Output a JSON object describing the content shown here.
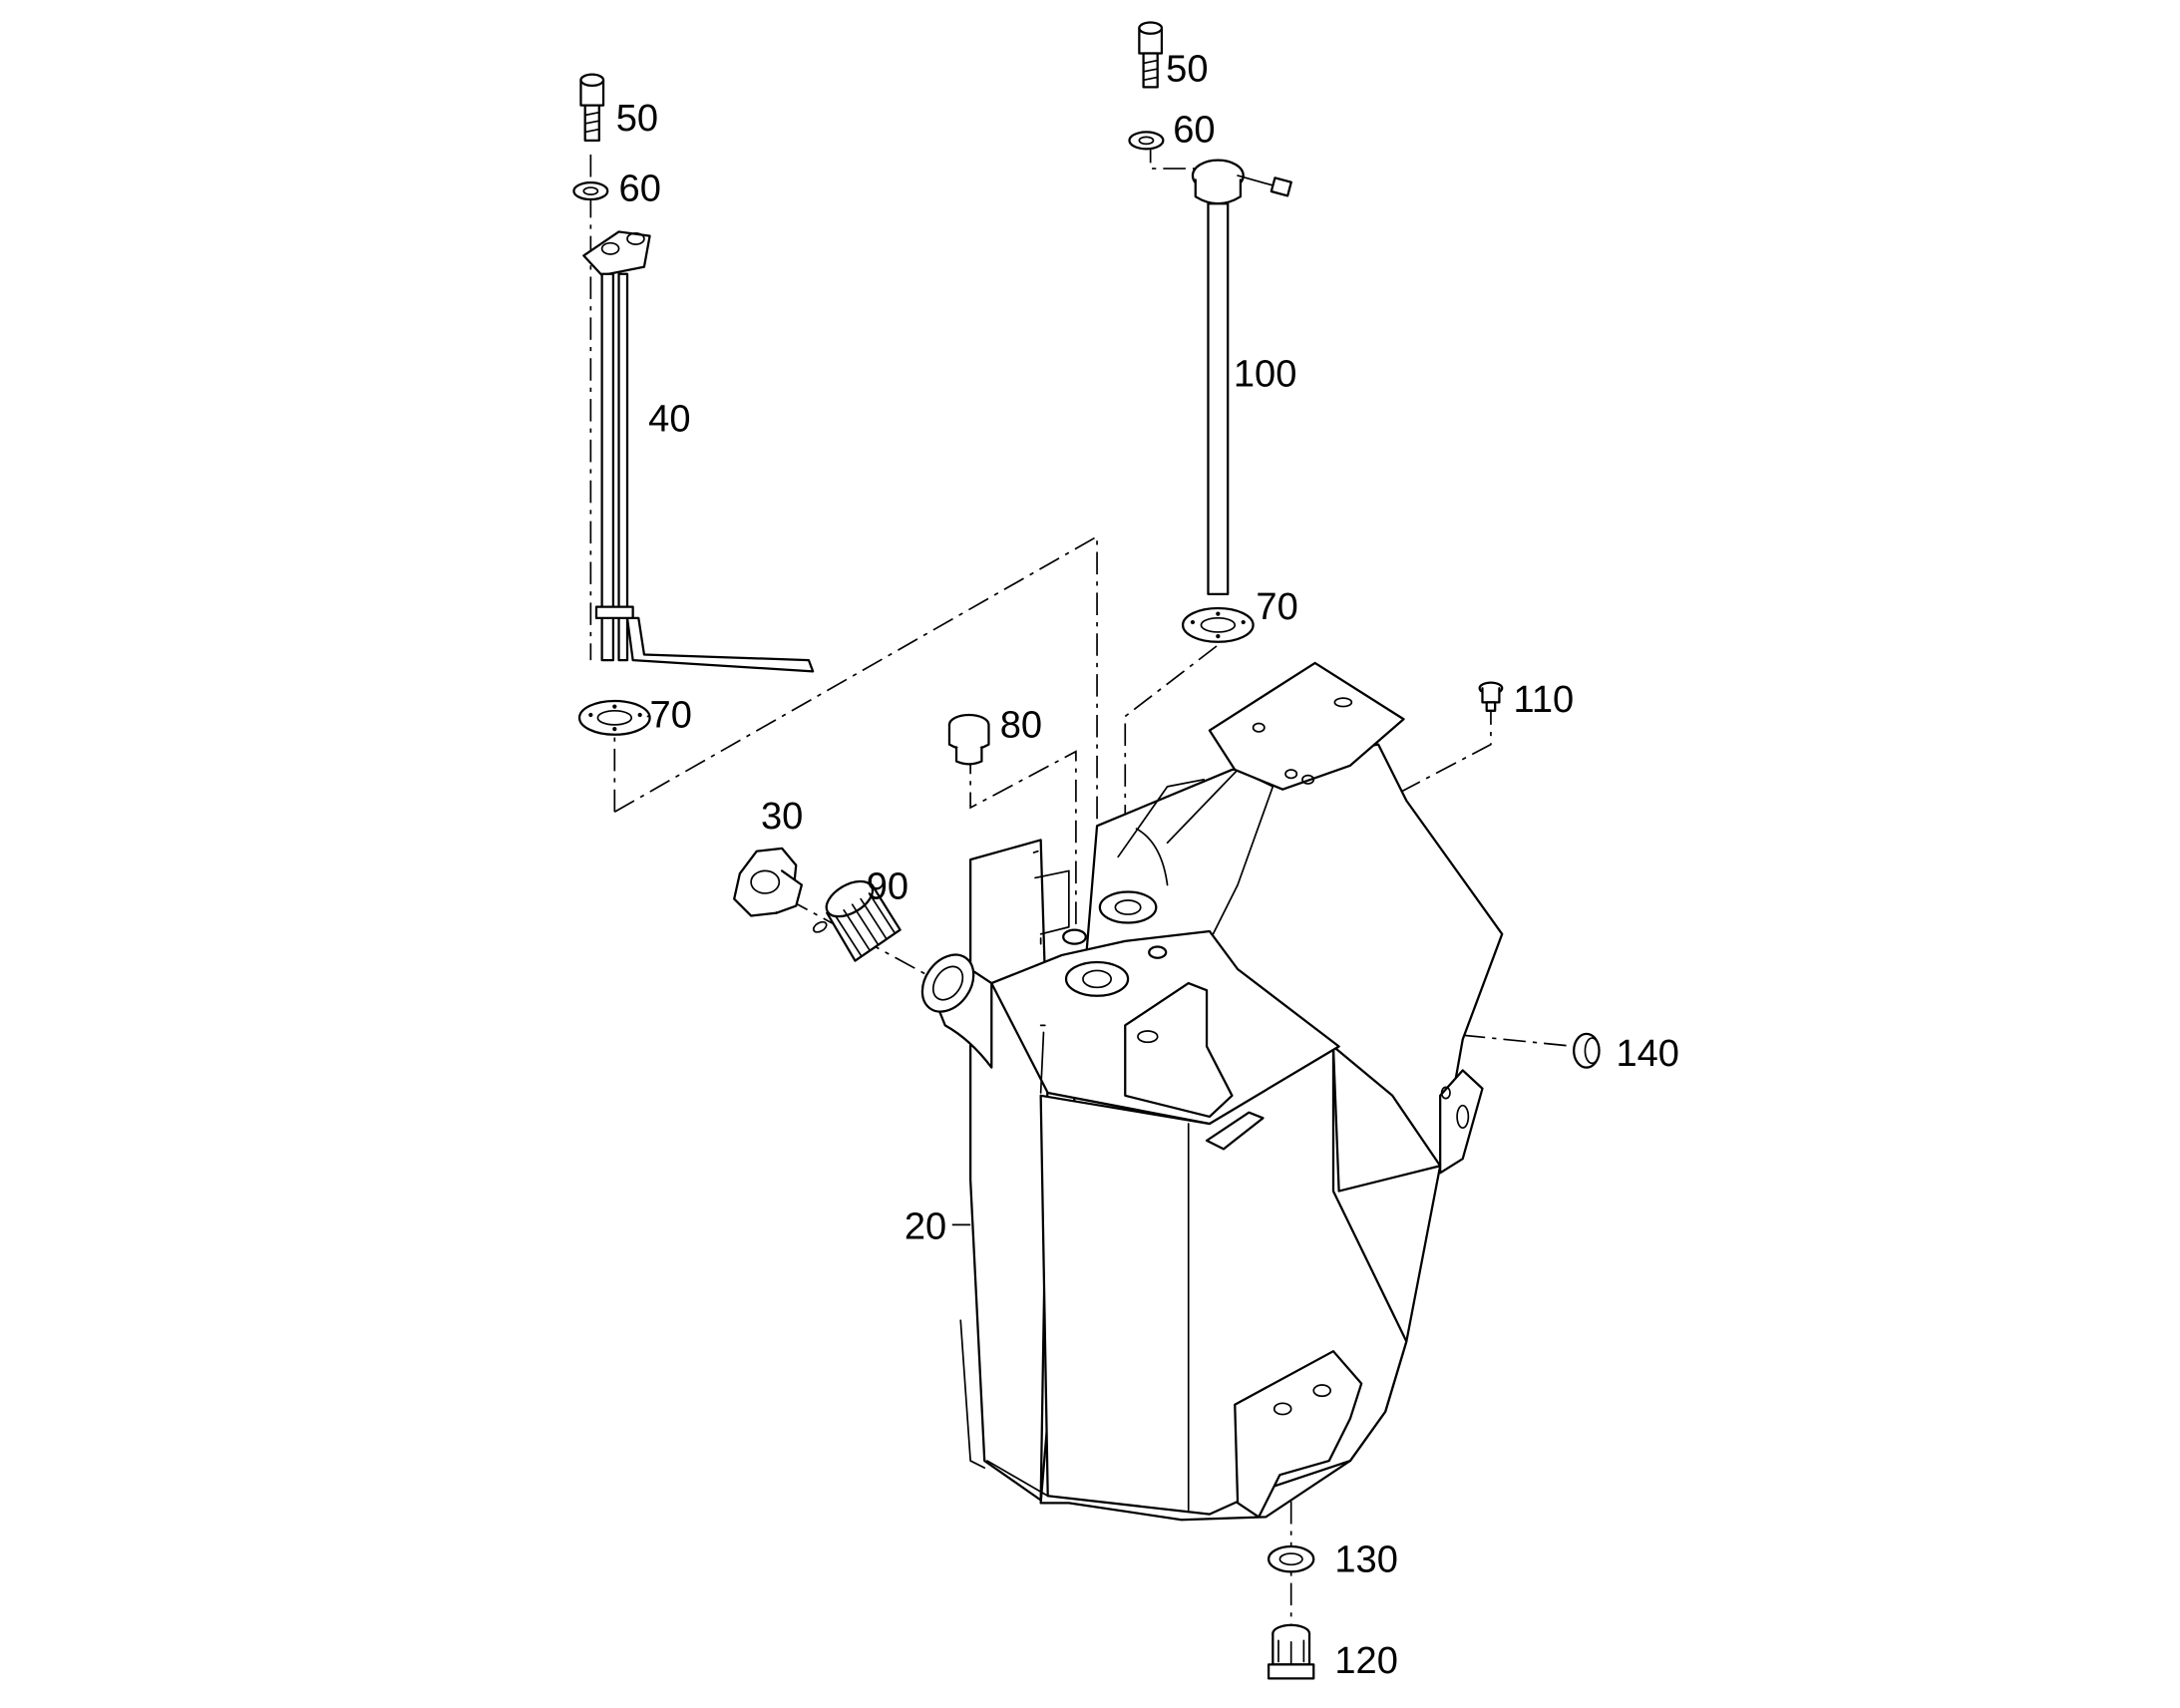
{
  "diagram": {
    "type": "exploded-parts-drawing",
    "callouts": {
      "c20": "20",
      "c30": "30",
      "c40": "40",
      "c50_left": "50",
      "c60_left": "60",
      "c70_left": "70",
      "c50_right": "50",
      "c60_right": "60",
      "c70_right": "70",
      "c80": "80",
      "c90": "90",
      "c100": "100",
      "c110": "110",
      "c120": "120",
      "c130": "130",
      "c140": "140"
    }
  }
}
